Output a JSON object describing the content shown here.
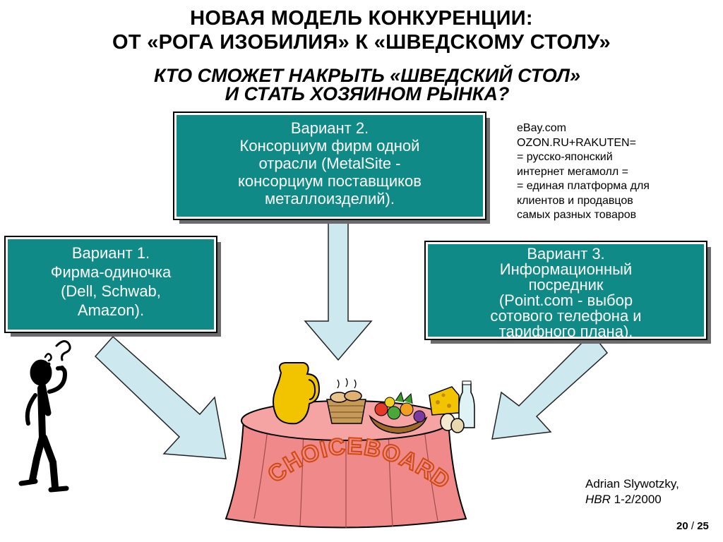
{
  "title": {
    "line1": "НОВАЯ МОДЕЛЬ КОНКУРЕНЦИИ:",
    "line2": "ОТ «РОГА ИЗОБИЛИЯ» К «ШВЕДСКОМУ СТОЛУ»"
  },
  "subtitle": {
    "line1": "КТО СМОЖЕТ НАКРЫТЬ «ШВЕДСКИЙ СТОЛ»",
    "line2": "И СТАТЬ ХОЗЯИНОМ РЫНКА?"
  },
  "variant2": {
    "lines": [
      "Вариант 2.",
      "Консорциум фирм одной",
      "отрасли (MetalSite -",
      "консорциум поставщиков",
      "металлоизделий)."
    ]
  },
  "variant1": {
    "lines": [
      "Вариант 1.",
      "Фирма-одиночка",
      "(Dell, Schwab,",
      "Amazon)."
    ]
  },
  "variant3": {
    "lines": [
      "Вариант 3.",
      "Информационный",
      "посредник",
      "(Point.com - выбор",
      "сотового телефона и",
      "тарифного плана)."
    ]
  },
  "side_note": {
    "lines": [
      "eBay.com",
      "OZON.RU+RAKUTEN=",
      "= русско-японский",
      "интернет мегамолл =",
      "= единая платформа для",
      "клиентов и продавцов",
      "самых разных товаров"
    ]
  },
  "table_label": "CHOICEBOARD",
  "citation": {
    "author": "Adrian Slywotzky,",
    "journal": "HBR",
    "issue": " 1-2/2000"
  },
  "page": {
    "current": "20",
    "separator": " / ",
    "total": "25"
  },
  "colors": {
    "box_fill": "#0f8a87",
    "arrow_fill": "#cde8ee",
    "tablecloth": "#f08a8a",
    "label": "#d04a10"
  }
}
